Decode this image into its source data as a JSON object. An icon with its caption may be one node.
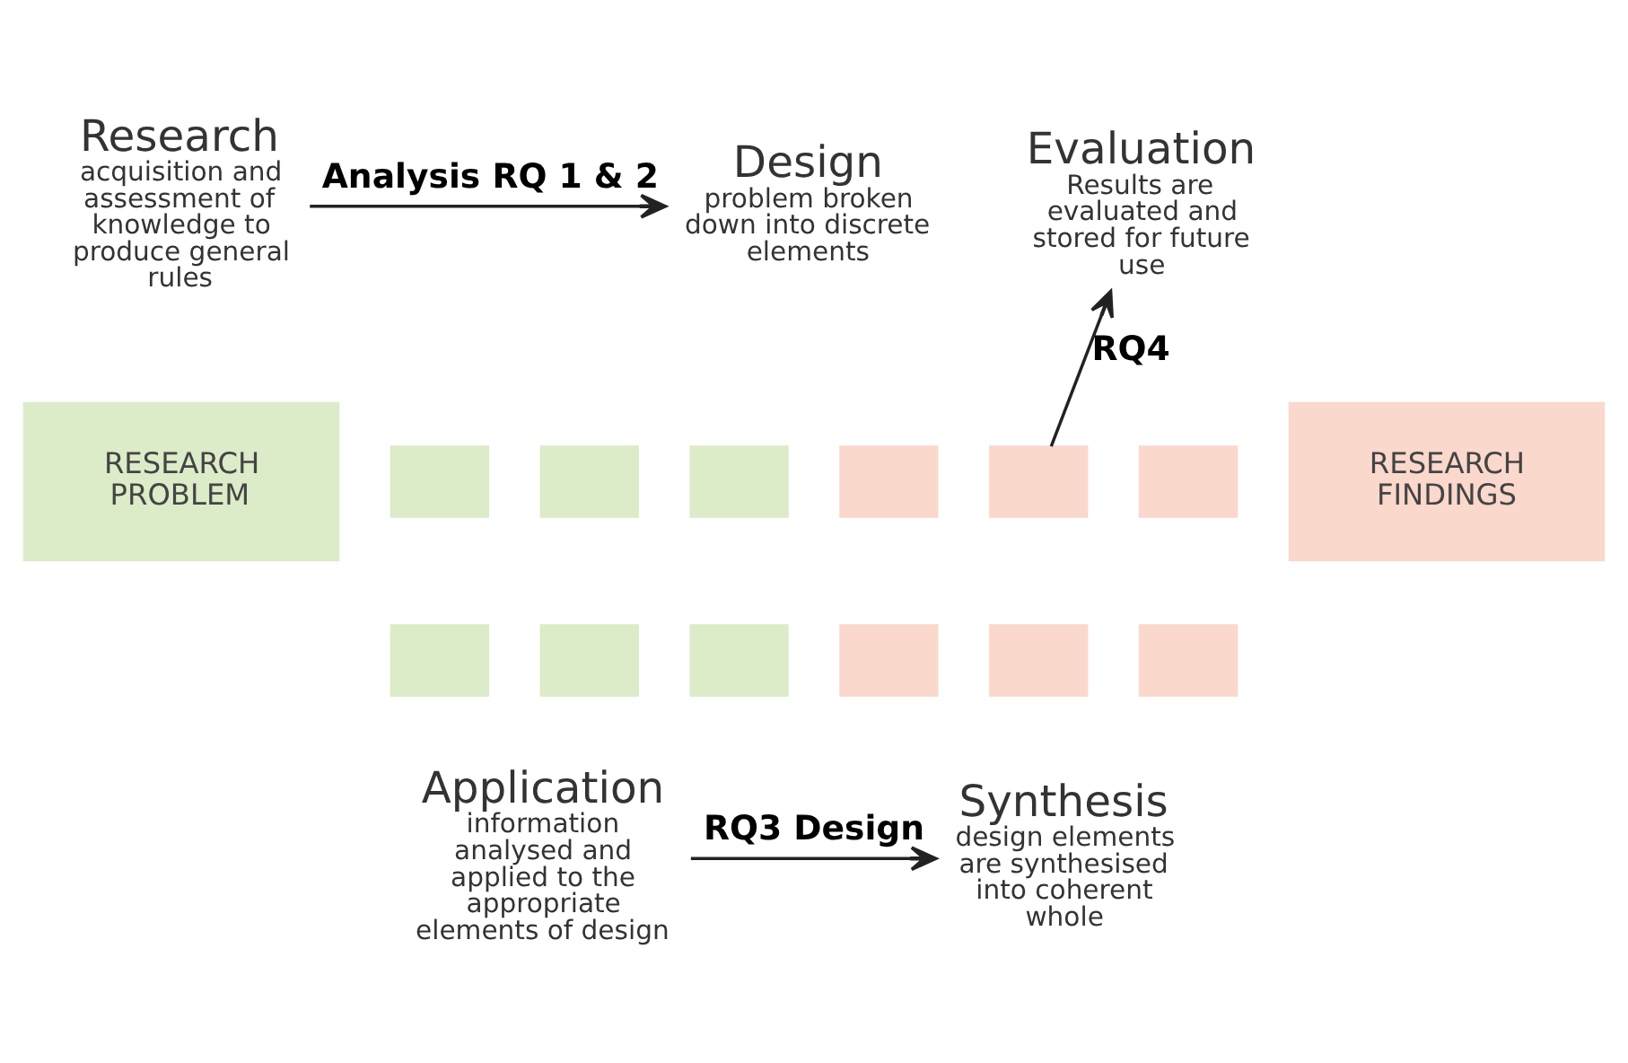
{
  "diagram": {
    "nodes": [
      {
        "text": [
          "Research",
          "acquisition and assessment of knowledge to produce general rules"
        ]
      },
      {
        "text": [
          "Design",
          "problem broken down into discrete elements"
        ]
      },
      {
        "text": [
          "Evaluation",
          "Results are evaluated and stored for future use"
        ]
      },
      {
        "text": [
          "RESEARCH PROBLEM"
        ]
      },
      {
        "text": [],
        "shape": "box"
      },
      {
        "text": [],
        "shape": "box"
      },
      {
        "text": [],
        "shape": "box"
      },
      {
        "text": [],
        "shape": "box"
      },
      {
        "text": [],
        "shape": "box"
      },
      {
        "text": [],
        "shape": "box"
      },
      {
        "text": [],
        "shape": "box"
      },
      {
        "text": [],
        "shape": "box"
      },
      {
        "text": [],
        "shape": "box"
      },
      {
        "text": [],
        "shape": "box"
      },
      {
        "text": [],
        "shape": "box"
      },
      {
        "text": [],
        "shape": "box"
      },
      {
        "text": [
          "RESEARCH FINDINGS"
        ]
      },
      {
        "text": [
          "Application",
          "information analysed and applied to the appropriate elements of design"
        ]
      },
      {
        "text": [
          "Synthesis",
          "design elements are synthesised into coherent whole"
        ]
      }
    ],
    "edges": [
      {
        "from": 0,
        "to": 1,
        "arrow": "to",
        "label": "Analysis RQ 1 & 2"
      },
      {
        "from": 17,
        "to": 18,
        "arrow": "to",
        "label": "RQ3 Design"
      },
      {
        "from": 11,
        "to": 2,
        "arrow": "to",
        "label": "RQ4"
      }
    ]
  }
}
